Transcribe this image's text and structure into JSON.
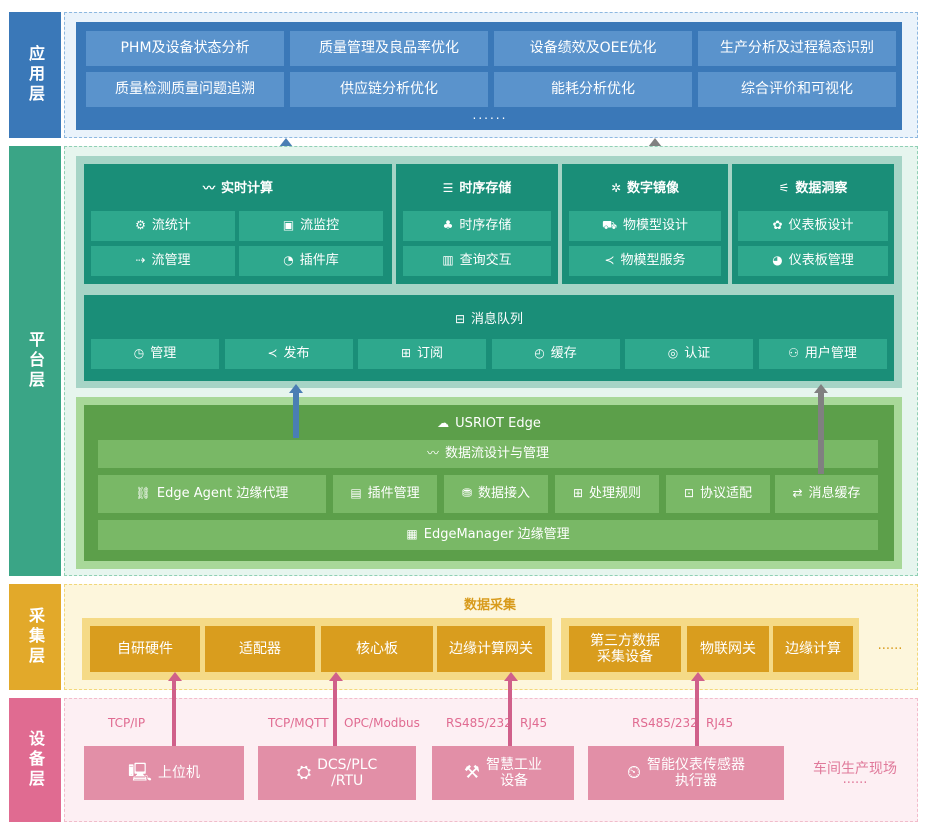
{
  "layers": {
    "app": "应用层",
    "platform": "平台层",
    "collect": "采集层",
    "device": "设备层"
  },
  "app": {
    "items": [
      "PHM及设备状态分析",
      "质量管理及良品率优化",
      "设备绩效及OEE优化",
      "生产分析及过程稳态识别",
      "质量检测质量问题追溯",
      "供应链分析优化",
      "能耗分析优化",
      "综合评价和可视化"
    ],
    "ellipsis": "......"
  },
  "platform": {
    "realtime": {
      "title": "实时计算",
      "items": [
        "流统计",
        "流监控",
        "流管理",
        "插件库"
      ]
    },
    "tsdb": {
      "title": "时序存储",
      "items": [
        "时序存储",
        "查询交互"
      ]
    },
    "twin": {
      "title": "数字镜像",
      "items": [
        "物模型设计",
        "物模型服务"
      ]
    },
    "insight": {
      "title": "数据洞察",
      "items": [
        "仪表板设计",
        "仪表板管理"
      ]
    },
    "mq": {
      "title": "消息队列",
      "items": [
        "管理",
        "发布",
        "订阅",
        "缓存",
        "认证",
        "用户管理"
      ]
    },
    "edge": {
      "title": "USRIOT Edge",
      "flow": "数据流设计与管理",
      "items": [
        "Edge Agent  边缘代理",
        "插件管理",
        "数据接入",
        "处理规则",
        "协议适配",
        "消息缓存"
      ],
      "manager": "EdgeManager 边缘管理"
    }
  },
  "collect": {
    "title": "数据采集",
    "group1": [
      "自研硬件",
      "适配器",
      "核心板",
      "边缘计算网关"
    ],
    "group2": [
      "第三方数据\n采集设备",
      "物联网关",
      "边缘计算"
    ],
    "ellipsis": "......"
  },
  "device": {
    "protocols": [
      "TCP/IP",
      "TCP/MQTT",
      "OPC/Modbus",
      "RS485/232",
      "RJ45",
      "RS485/232",
      "RJ45"
    ],
    "items": [
      "上位机",
      "DCS/PLC\n/RTU",
      "智慧工业\n设备",
      "智能仪表传感器\n执行器"
    ],
    "site": "车间生产现场",
    "site_ellipsis": "......"
  },
  "colors": {
    "app": "#3a78b8",
    "app_cell": "#5a93cc",
    "platform_side": "#3aa586",
    "teal": "#1a8e78",
    "teal_cell": "#2ea88d",
    "edge": "#5c9f4a",
    "edge_cell": "#79b866",
    "collect": "#e0a828",
    "collect_bg": "#fbeab8",
    "device": "#e0799a",
    "device_cell": "#e28fa7"
  }
}
